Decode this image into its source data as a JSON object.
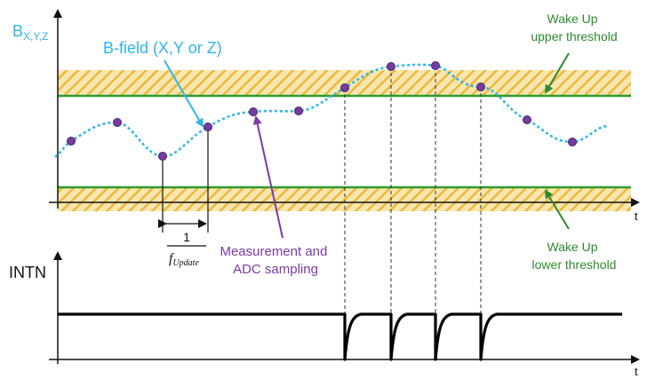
{
  "colors": {
    "threshold_line": "#2e9a2e",
    "hatch_fill": "#f6e7b0",
    "hatch_stroke": "#f0b73a",
    "bfield": "#2fb6e9",
    "sample_fill": "#7a3a9e",
    "sample_stroke": "#3a2a6e",
    "annotation_purple": "#7a3aa8",
    "wake_text": "#2e8a2e",
    "axis": "#111111"
  },
  "labels": {
    "b_axis": {
      "main": "B",
      "sub": "X,Y,Z"
    },
    "b_field": "B-field (X,Y or Z)",
    "wake_up_upper": [
      "Wake Up",
      "upper threshold"
    ],
    "wake_up_lower": [
      "Wake Up",
      "lower threshold"
    ],
    "measurement": [
      "Measurement and",
      "ADC sampling"
    ],
    "t_top": "t",
    "t_bottom": "t",
    "intn": "INTN",
    "period_numerator": "1",
    "period_f": "f",
    "period_sub": "Update"
  }
}
